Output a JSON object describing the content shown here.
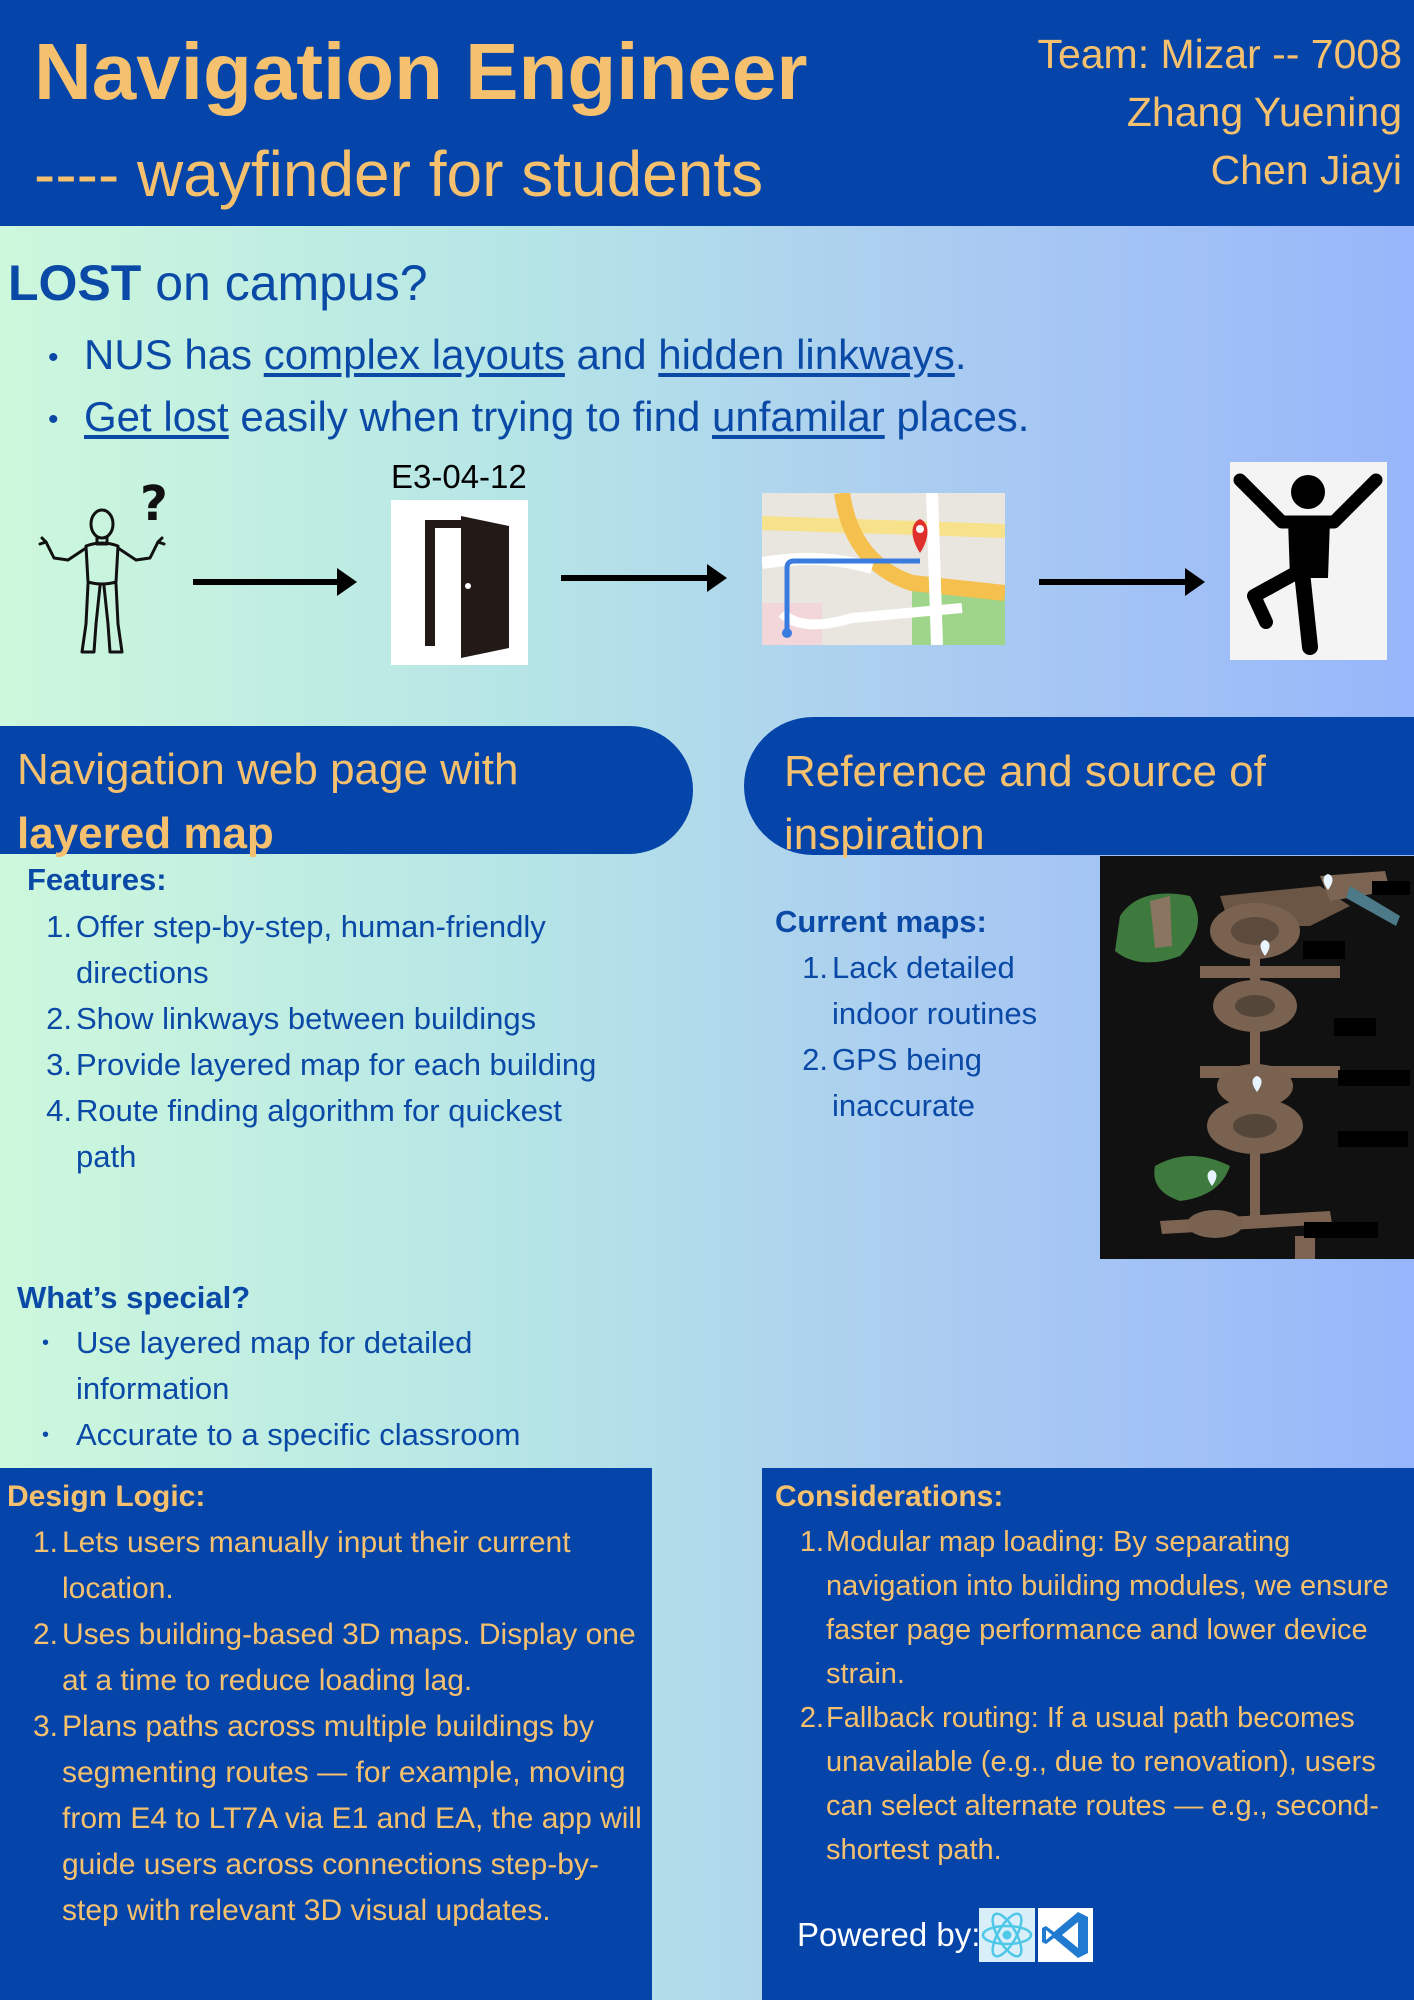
{
  "header": {
    "title": "Navigation Engineer",
    "subtitle": "---- wayfinder for students",
    "team": "Team: Mizar  -- 7008",
    "member1": "Zhang Yuening",
    "member2": "Chen Jiayi"
  },
  "intro": {
    "heading_bold": "LOST",
    "heading_rest": " on campus?",
    "bullet1": {
      "p1": "NUS has ",
      "u1": "complex layouts",
      "p2": " and ",
      "u2": "hidden linkways",
      "p3": "."
    },
    "bullet2": {
      "u1": "Get lost",
      "p1": " easily when trying to find ",
      "u2": "unfamilar",
      "p2": " places."
    }
  },
  "flow": {
    "room_label": "E3-04-12",
    "step_icons": [
      "confused-person-icon",
      "door-icon",
      "map-route-icon",
      "happy-person-icon"
    ]
  },
  "left_section": {
    "pill_line1": "Navigation web page with",
    "pill_line2": "layered map",
    "features_heading": "Features:",
    "features": [
      {
        "num": "1.",
        "text": "Offer step-by-step, human-friendly directions"
      },
      {
        "num": "2.",
        "text": "Show linkways between buildings"
      },
      {
        "num": "3.",
        "text": "Provide layered map for each building"
      },
      {
        "num": "4.",
        "text": "Route finding algorithm for quickest path"
      }
    ],
    "special_heading": "What’s special?",
    "special": [
      "Use layered map for detailed information",
      "Accurate to a specific classroom"
    ]
  },
  "right_section": {
    "pill_line1": "Reference and source of",
    "pill_line2": "inspiration",
    "current_heading": "Current maps:",
    "current": [
      {
        "num": "1.",
        "text": "Lack detailed indoor routines"
      },
      {
        "num": "2.",
        "text": "GPS being inaccurate"
      }
    ]
  },
  "design": {
    "heading": "Design Logic:",
    "items": [
      {
        "num": "1.",
        "text": "Lets users manually input their current location."
      },
      {
        "num": "2.",
        "text": "Uses building-based 3D maps. Display one at a time to reduce loading lag."
      },
      {
        "num": "3.",
        "text": "Plans paths across multiple buildings by segmenting routes — for example, moving from E4 to LT7A via E1 and EA, the app will guide users across connections step-by-step with relevant 3D visual updates."
      }
    ]
  },
  "considerations": {
    "heading": "Considerations:",
    "items": [
      {
        "num": "1.",
        "text": "Modular map loading: By separating navigation into building modules, we ensure faster page performance and lower device strain."
      },
      {
        "num": "2.",
        "text": "Fallback routing: If  a usual path becomes unavailable (e.g., due to renovation), users can select alternate routes — e.g., second-shortest path."
      }
    ],
    "powered_label": "Powered by:",
    "powered_icons": [
      "react-icon",
      "vscode-icon"
    ]
  },
  "colors": {
    "header_bg": "#0544a8",
    "accent_text": "#f6c16e",
    "body_text": "#0a4aa6"
  }
}
